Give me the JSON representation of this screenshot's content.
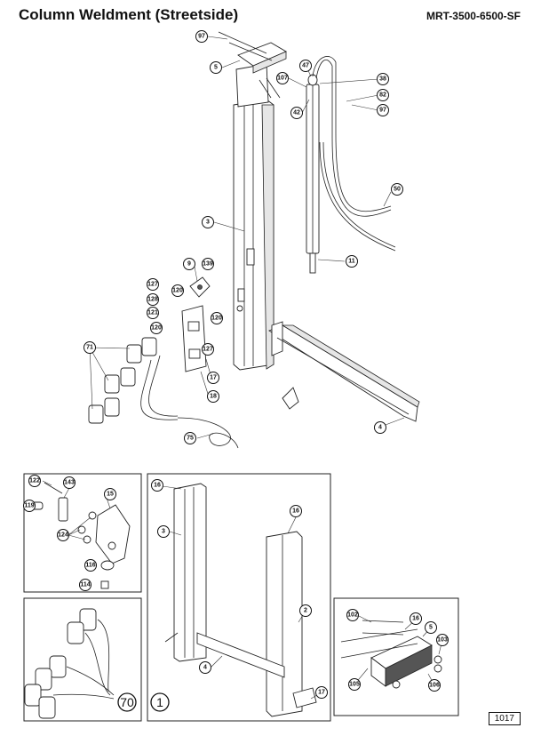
{
  "header": {
    "title": "Column Weldment (Streetside)",
    "model": "MRT-3500-6500-SF"
  },
  "page_number": "1017",
  "callouts": {
    "main": [
      "97",
      "5",
      "107",
      "47",
      "38",
      "82",
      "97",
      "42",
      "3",
      "50",
      "11",
      "9",
      "139",
      "120",
      "127",
      "128",
      "121",
      "120",
      "120",
      "127",
      "71",
      "17",
      "18",
      "4",
      "75"
    ],
    "detail_hardware": [
      "122",
      "143",
      "15",
      "119",
      "124",
      "116",
      "114"
    ],
    "detail_harness": [
      "70"
    ],
    "detail_column": [
      "16",
      "3",
      "16",
      "2",
      "4",
      "17",
      "1"
    ],
    "detail_bracket": [
      "102",
      "16",
      "5",
      "103",
      "105",
      "106"
    ]
  }
}
